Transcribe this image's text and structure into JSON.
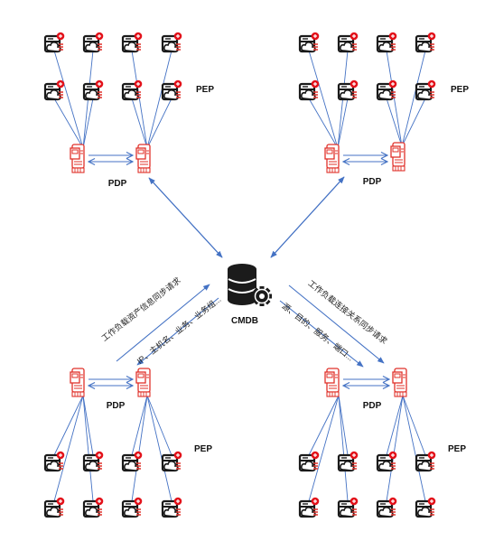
{
  "labels": {
    "cmdb": "CMDB",
    "pdp": "PDP",
    "pep": "PEP"
  },
  "annotations": {
    "left_upper": "工作负载资产信息同步请求",
    "left_lower": "IP、主机名、业务、业务组...",
    "right_upper": "工作负载连接关系同步请求",
    "right_lower": "源、目的、服务、端口..."
  },
  "colors": {
    "device": "#e0312a",
    "device_dark": "#1a1a1a",
    "badge": "#e3121b",
    "line": "#4472c4",
    "cmdb": "#1b1b1b"
  },
  "icons": {
    "endpoint": "workload-server-cloud-icon",
    "pdp": "policy-decision-server-icon",
    "cmdb": "database-gear-icon"
  }
}
